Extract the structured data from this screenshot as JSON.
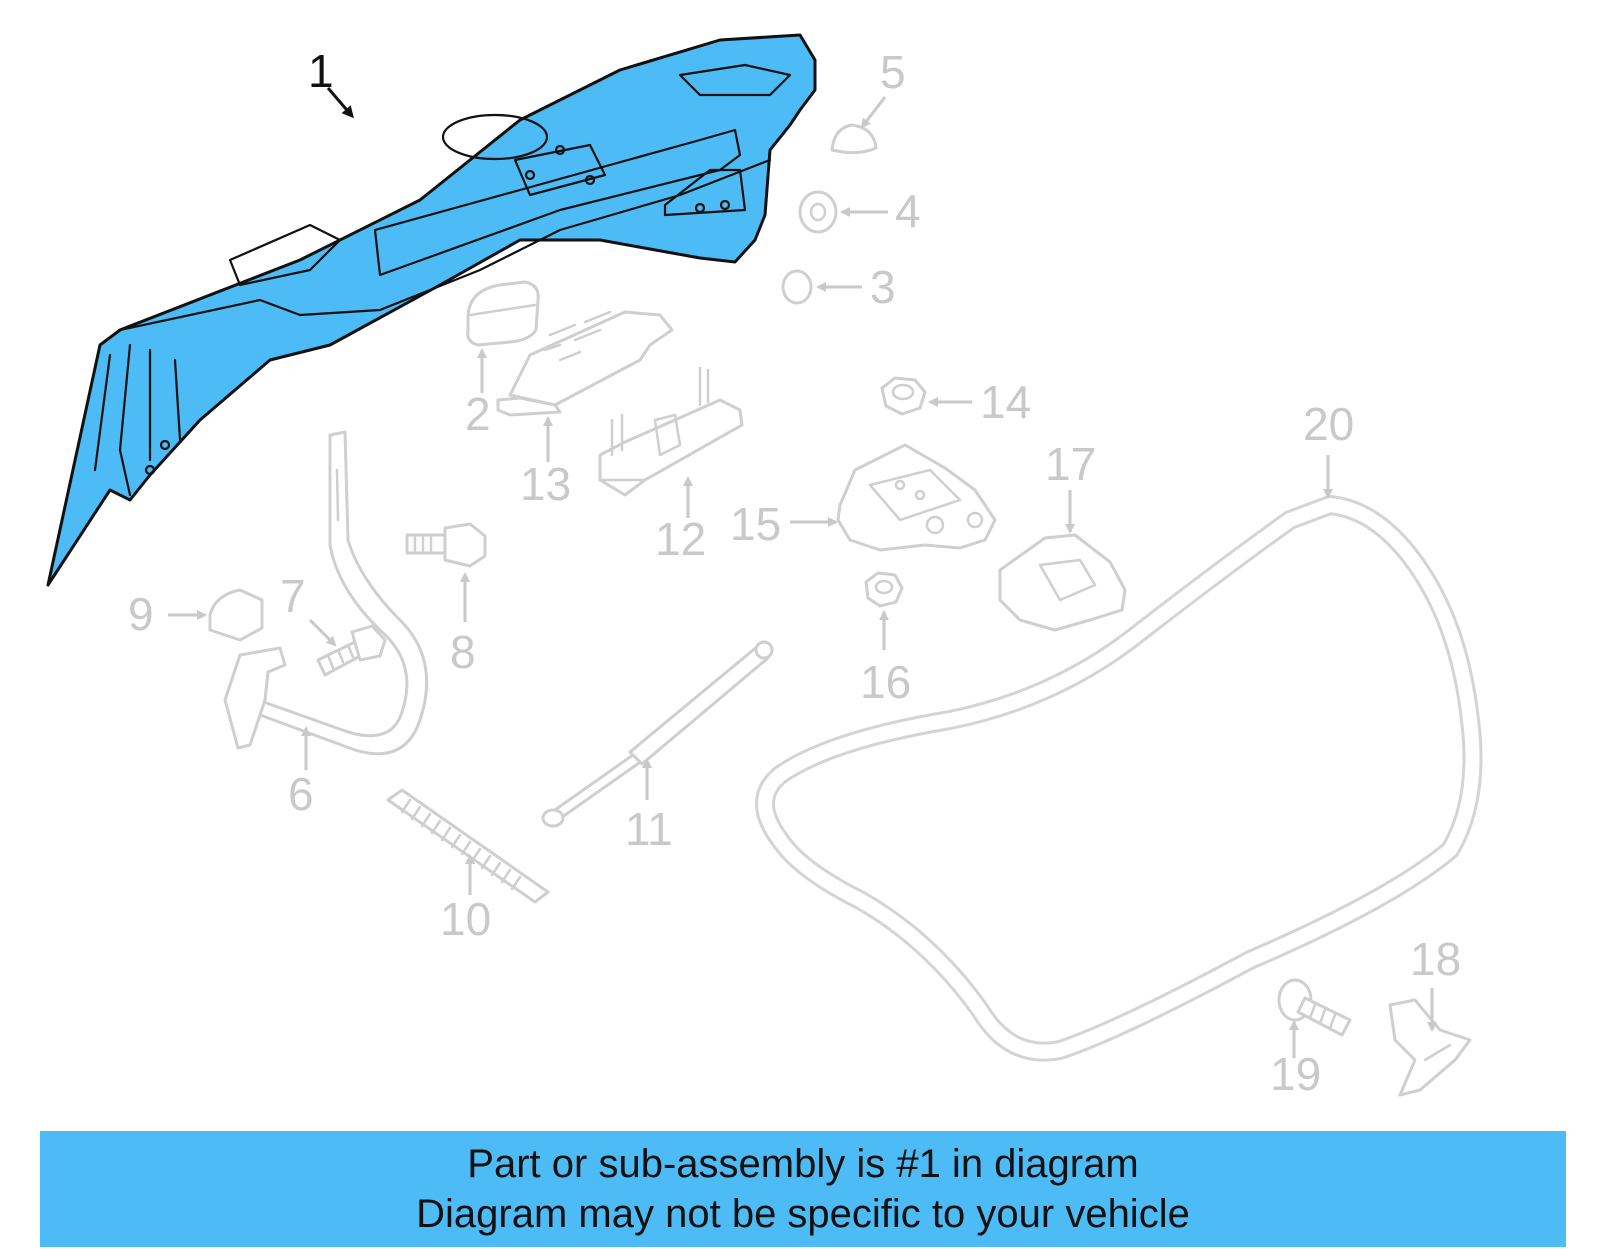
{
  "diagram": {
    "highlighted_part": "1",
    "highlight_color": "#4dbbf5",
    "callouts": [
      "1",
      "2",
      "3",
      "4",
      "5",
      "6",
      "7",
      "8",
      "9",
      "10",
      "11",
      "12",
      "13",
      "14",
      "15",
      "16",
      "17",
      "18",
      "19",
      "20"
    ]
  },
  "banner": {
    "line1": "Part or sub-assembly is #1 in diagram",
    "line2": "Diagram may not be specific to your vehicle",
    "color": "#4dbbf5"
  }
}
